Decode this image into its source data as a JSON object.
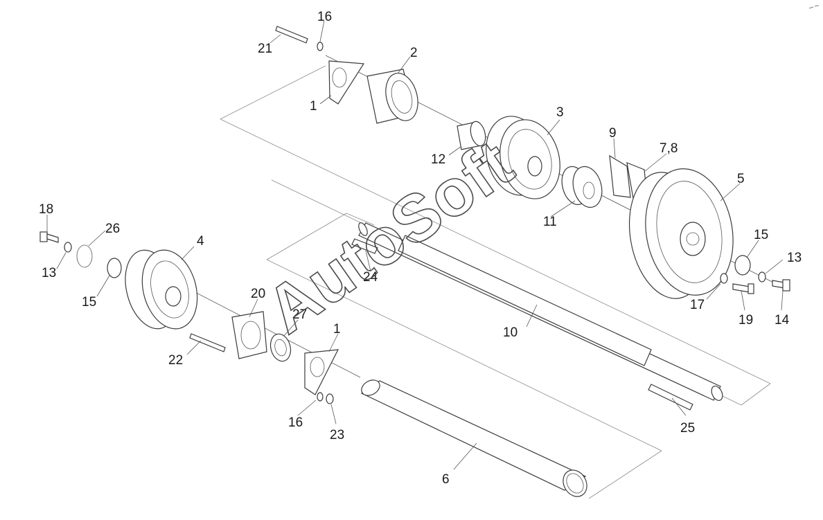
{
  "watermark": "AutoSoft",
  "callouts": {
    "c1a": "1",
    "c1b": "1",
    "c2": "2",
    "c3": "3",
    "c4": "4",
    "c5": "5",
    "c6": "6",
    "c78": "7,8",
    "c9": "9",
    "c10": "10",
    "c11": "11",
    "c12": "12",
    "c13a": "13",
    "c13b": "13",
    "c14": "14",
    "c15a": "15",
    "c15b": "15",
    "c16a": "16",
    "c16b": "16",
    "c17": "17",
    "c18": "18",
    "c19": "19",
    "c20": "20",
    "c21": "21",
    "c22": "22",
    "c23": "23",
    "c24": "24",
    "c25": "25",
    "c26": "26",
    "c27": "27"
  }
}
